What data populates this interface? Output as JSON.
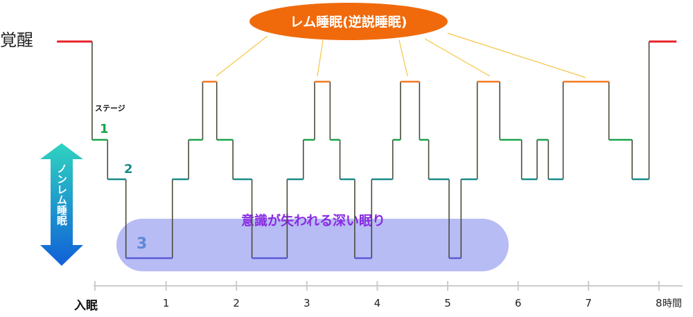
{
  "labels": {
    "wake": "覚醒",
    "stage_title": "ステージ",
    "stage1": "1",
    "stage2": "2",
    "stage3": "3",
    "rem_bubble": "レム睡眠(逆説睡眠)",
    "nonrem_arrow": "ノンレム睡眠",
    "deep_band": "意識が失われる深い眠り",
    "sleep_onset": "入眠",
    "time_unit": "時間"
  },
  "colors": {
    "wake": "#e8202a",
    "rem": "#f47920",
    "stage1": "#1aa34a",
    "stage2": "#1b8a8a",
    "stage3": "#5b5bd6",
    "hypnogram": "#4a4a3a",
    "bubble": "#f06a0c",
    "band": "#aab0f2",
    "band_text": "#8a2be2",
    "connector": "#f5c542",
    "arrow_top": "#2fd3c0",
    "arrow_bottom": "#1060d8"
  },
  "chart_data": {
    "type": "line",
    "x_ticks": [
      "1",
      "2",
      "3",
      "4",
      "5",
      "6",
      "7",
      "8"
    ],
    "x_range_hours": [
      0,
      8.3
    ],
    "levels": [
      "覚醒",
      "REM",
      "1",
      "2",
      "3"
    ],
    "hypnogram": [
      [
        -0.55,
        "覚醒"
      ],
      [
        -0.05,
        "覚醒"
      ],
      [
        -0.05,
        "1"
      ],
      [
        0.17,
        "1"
      ],
      [
        0.17,
        "2"
      ],
      [
        0.43,
        "2"
      ],
      [
        0.43,
        "3"
      ],
      [
        1.09,
        "3"
      ],
      [
        1.09,
        "2"
      ],
      [
        1.32,
        "2"
      ],
      [
        1.32,
        "1"
      ],
      [
        1.52,
        "1"
      ],
      [
        1.52,
        "REM"
      ],
      [
        1.72,
        "REM"
      ],
      [
        1.72,
        "1"
      ],
      [
        1.95,
        "1"
      ],
      [
        1.95,
        "2"
      ],
      [
        2.22,
        "2"
      ],
      [
        2.22,
        "3"
      ],
      [
        2.72,
        "3"
      ],
      [
        2.72,
        "2"
      ],
      [
        2.95,
        "2"
      ],
      [
        2.95,
        "1"
      ],
      [
        3.11,
        "1"
      ],
      [
        3.11,
        "REM"
      ],
      [
        3.33,
        "REM"
      ],
      [
        3.33,
        "1"
      ],
      [
        3.47,
        "1"
      ],
      [
        3.47,
        "2"
      ],
      [
        3.68,
        "2"
      ],
      [
        3.68,
        "3"
      ],
      [
        3.92,
        "3"
      ],
      [
        3.92,
        "2"
      ],
      [
        4.22,
        "2"
      ],
      [
        4.22,
        "1"
      ],
      [
        4.33,
        "1"
      ],
      [
        4.33,
        "REM"
      ],
      [
        4.6,
        "REM"
      ],
      [
        4.6,
        "1"
      ],
      [
        4.73,
        "1"
      ],
      [
        4.73,
        "2"
      ],
      [
        5.02,
        "2"
      ],
      [
        5.02,
        "3"
      ],
      [
        5.19,
        "3"
      ],
      [
        5.19,
        "2"
      ],
      [
        5.42,
        "2"
      ],
      [
        5.42,
        "REM"
      ],
      [
        5.74,
        "REM"
      ],
      [
        5.74,
        "1"
      ],
      [
        6.05,
        "1"
      ],
      [
        6.05,
        "2"
      ],
      [
        6.27,
        "2"
      ],
      [
        6.27,
        "1"
      ],
      [
        6.43,
        "1"
      ],
      [
        6.43,
        "2"
      ],
      [
        6.64,
        "2"
      ],
      [
        6.64,
        "REM"
      ],
      [
        7.29,
        "REM"
      ],
      [
        7.29,
        "1"
      ],
      [
        7.62,
        "1"
      ],
      [
        7.62,
        "2"
      ],
      [
        7.86,
        "2"
      ],
      [
        7.86,
        "覚醒"
      ],
      [
        8.25,
        "覚醒"
      ]
    ]
  }
}
